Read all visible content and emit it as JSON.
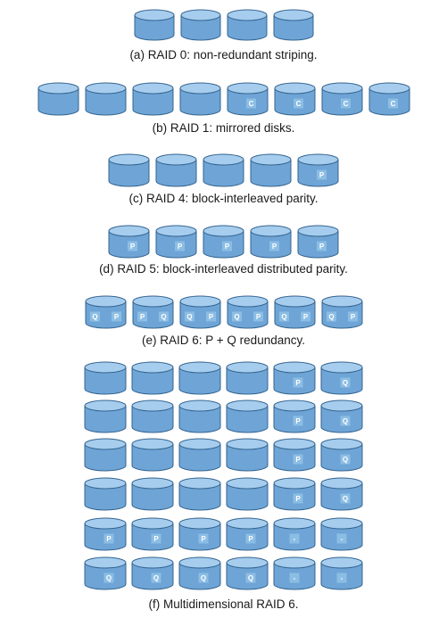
{
  "colors": {
    "disk_body": "#6ea5d6",
    "disk_top": "#a6cdee",
    "disk_outline": "#35648f",
    "label_box": "#8fc0e6",
    "caption_text": "#1a1a1a"
  },
  "diagrams": [
    {
      "name": "raid-0",
      "caption": "(a) RAID 0: non-redundant striping.",
      "rows": [
        [
          "",
          "",
          "",
          ""
        ]
      ]
    },
    {
      "name": "raid-1",
      "caption": "(b) RAID 1: mirrored disks.",
      "rows": [
        [
          "",
          "",
          "",
          "",
          "C",
          "C",
          "C",
          "C"
        ]
      ]
    },
    {
      "name": "raid-4",
      "caption": "(c) RAID 4: block-interleaved parity.",
      "rows": [
        [
          "",
          "",
          "",
          "",
          "P"
        ]
      ]
    },
    {
      "name": "raid-5",
      "caption": "(d) RAID 5: block-interleaved distributed parity.",
      "rows": [
        [
          "P",
          "P",
          "P",
          "P",
          "P"
        ]
      ]
    },
    {
      "name": "raid-6",
      "caption": "(e) RAID 6: P + Q redundancy.",
      "rows": [
        [
          "Q P",
          "P Q",
          "Q P",
          "Q P",
          "Q P",
          "Q P"
        ]
      ]
    },
    {
      "name": "raid-multidimensional",
      "caption": "(f) Multidimensional RAID 6.",
      "rows": [
        [
          "",
          "",
          "",
          "",
          "P",
          "Q"
        ],
        [
          "",
          "",
          "",
          "",
          "P",
          "Q"
        ],
        [
          "",
          "",
          "",
          "",
          "P",
          "Q"
        ],
        [
          "",
          "",
          "",
          "",
          "P",
          "Q"
        ],
        [
          "P",
          "P",
          "P",
          "P",
          "-",
          "-"
        ],
        [
          "Q",
          "Q",
          "Q",
          "Q",
          "-",
          "-"
        ]
      ]
    }
  ]
}
